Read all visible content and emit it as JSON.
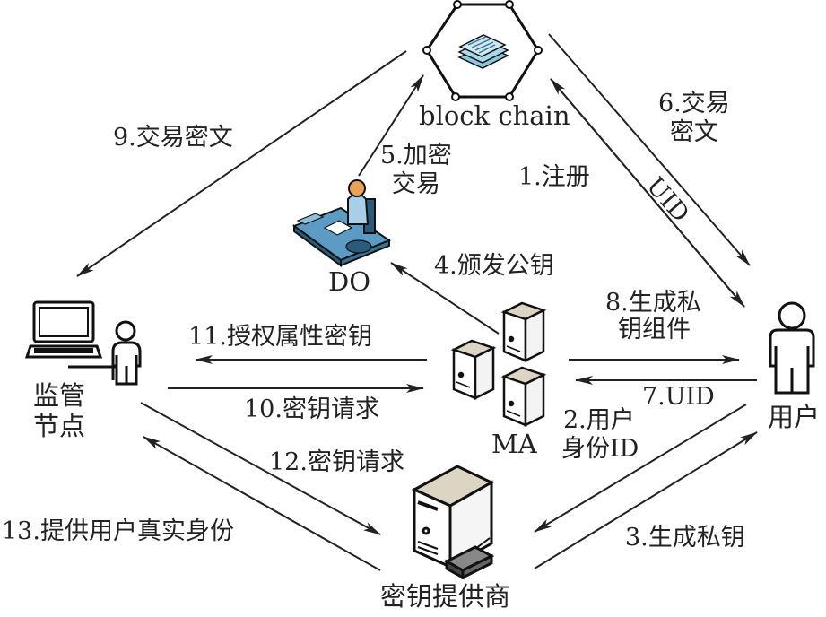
{
  "nodes": {
    "blockchain": {
      "label": "block chain"
    },
    "do": {
      "label": "DO"
    },
    "supervisor": {
      "label_line1": "监管",
      "label_line2": "节点"
    },
    "ma": {
      "label": "MA"
    },
    "user": {
      "label": "用户"
    },
    "key_provider": {
      "label": "密钥提供商"
    }
  },
  "edges": [
    {
      "id": "e1",
      "label_lines": [
        "1.注册"
      ],
      "from": "user",
      "to": "blockchain"
    },
    {
      "id": "e2",
      "label_lines": [
        "2.用户",
        "身份ID"
      ],
      "from": "user",
      "to": "key_provider"
    },
    {
      "id": "e3",
      "label_lines": [
        "3.生成私钥"
      ],
      "from": "key_provider",
      "to": "user"
    },
    {
      "id": "e4",
      "label_lines": [
        "4.颁发公钥"
      ],
      "from": "ma",
      "to": "do"
    },
    {
      "id": "e5",
      "label_lines": [
        "5.加密",
        "交易"
      ],
      "from": "do",
      "to": "blockchain"
    },
    {
      "id": "e6",
      "label_lines": [
        "6.交易",
        "密文"
      ],
      "from": "blockchain",
      "to": "user"
    },
    {
      "id": "e6b",
      "label_lines": [
        "UID"
      ],
      "from": "blockchain",
      "to": "user"
    },
    {
      "id": "e7",
      "label_lines": [
        "7.UID"
      ],
      "from": "user",
      "to": "ma"
    },
    {
      "id": "e8",
      "label_lines": [
        "8.生成私",
        "钥组件"
      ],
      "from": "ma",
      "to": "user"
    },
    {
      "id": "e9",
      "label_lines": [
        "9.交易密文"
      ],
      "from": "blockchain",
      "to": "supervisor"
    },
    {
      "id": "e10",
      "label_lines": [
        "10.密钥请求"
      ],
      "from": "supervisor",
      "to": "ma"
    },
    {
      "id": "e11",
      "label_lines": [
        "11.授权属性密钥"
      ],
      "from": "ma",
      "to": "supervisor"
    },
    {
      "id": "e12",
      "label_lines": [
        "12.密钥请求"
      ],
      "from": "supervisor",
      "to": "key_provider"
    },
    {
      "id": "e13",
      "label_lines": [
        "13.提供用户真实身份"
      ],
      "from": "key_provider",
      "to": "supervisor"
    }
  ],
  "colors": {
    "line": "#222222",
    "server_top": "#ddd5c4",
    "desk_blue": "#5b9bc4",
    "doc_blue": "#a8d8ea",
    "skin": "#e8a25a"
  }
}
